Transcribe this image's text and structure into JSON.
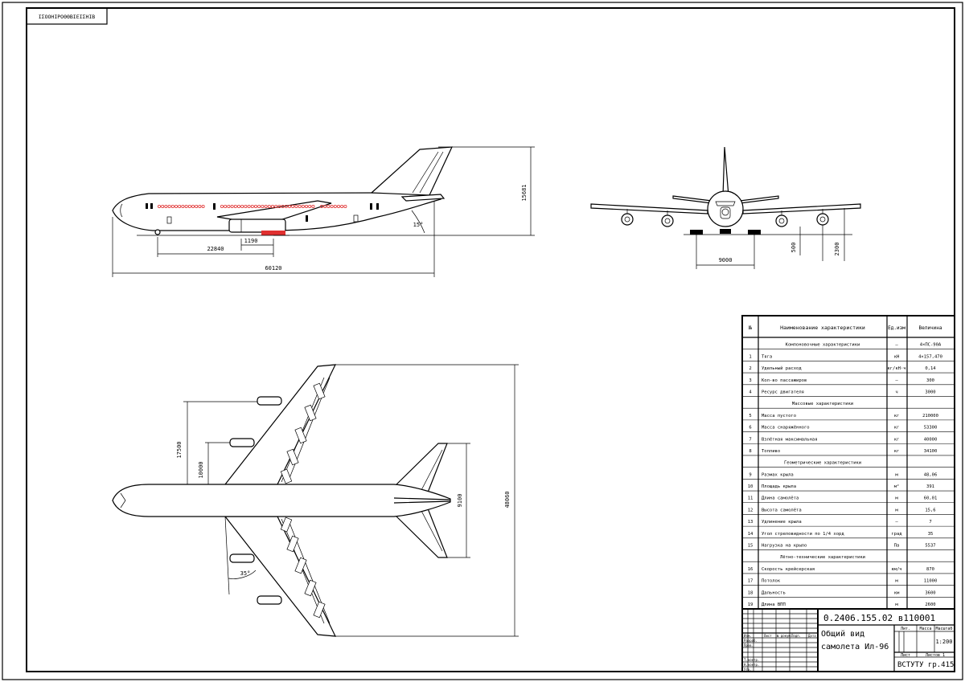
{
  "stamp_code": "ΙΣΟΟΗΙΡΟΘΘΒΙΕΙΣΗΙΒ",
  "side_view": {
    "height_dim": "15681",
    "engine_dim": "1190",
    "nose_gear_dim": "22840",
    "length_dim": "60120",
    "tail_angle": "15°"
  },
  "front_view": {
    "track_dim": "9000",
    "ground_clearance_dim": "500",
    "engine_height_dim": "2300"
  },
  "top_view": {
    "outer_engine_dim": "17500",
    "inner_engine_dim": "10000",
    "stabilizer_span_dim": "9100",
    "wingspan_dim": "48060",
    "sweep_angle": "35°"
  },
  "spec_table": {
    "headers": {
      "num": "№",
      "name": "Наименование характеристики",
      "unit": "Ед.изм",
      "value": "Величина"
    },
    "rows": [
      {
        "num": "",
        "name": "Компоновочные характеристики",
        "unit": "—",
        "value": "4×ПС-90А"
      },
      {
        "num": "1",
        "name": "Тяга",
        "unit": "кН",
        "value": "4×157,470"
      },
      {
        "num": "2",
        "name": "Удельный расход",
        "unit": "кг/кН·ч",
        "value": "0,14"
      },
      {
        "num": "3",
        "name": "Кол-во пассажиров",
        "unit": "—",
        "value": "300"
      },
      {
        "num": "4",
        "name": "Ресурс двигателя",
        "unit": "ч",
        "value": "3000"
      },
      {
        "num": "",
        "name": "Массовые характеристики",
        "unit": "",
        "value": ""
      },
      {
        "num": "5",
        "name": "Масса пустого",
        "unit": "кг",
        "value": "210000"
      },
      {
        "num": "6",
        "name": "Масса снаряжённого",
        "unit": "кг",
        "value": "53300"
      },
      {
        "num": "7",
        "name": "Взлётная максимальная",
        "unit": "кг",
        "value": "40000"
      },
      {
        "num": "8",
        "name": "Топливо",
        "unit": "кг",
        "value": "34100"
      },
      {
        "num": "",
        "name": "Геометрические характеристики",
        "unit": "",
        "value": ""
      },
      {
        "num": "9",
        "name": "Размах крыла",
        "unit": "м",
        "value": "48,06"
      },
      {
        "num": "10",
        "name": "Площадь крыла",
        "unit": "м²",
        "value": "391"
      },
      {
        "num": "11",
        "name": "Длина самолёта",
        "unit": "м",
        "value": "60,01"
      },
      {
        "num": "12",
        "name": "Высота самолёта",
        "unit": "м",
        "value": "15,6"
      },
      {
        "num": "13",
        "name": "Удлинение крыла",
        "unit": "—",
        "value": "7"
      },
      {
        "num": "14",
        "name": "Угол стреловидности по 1/4 хорд",
        "unit": "град",
        "value": "35"
      },
      {
        "num": "15",
        "name": "Нагрузка на крыло",
        "unit": "Па",
        "value": "5537"
      },
      {
        "num": "",
        "name": "Лётно-технические характеристики",
        "unit": "",
        "value": ""
      },
      {
        "num": "16",
        "name": "Скорость крейсерская",
        "unit": "км/ч",
        "value": "870"
      },
      {
        "num": "17",
        "name": "Потолок",
        "unit": "м",
        "value": "11000"
      },
      {
        "num": "18",
        "name": "Дальность",
        "unit": "км",
        "value": "3600"
      },
      {
        "num": "19",
        "name": "Длина ВПП",
        "unit": "м",
        "value": "2600"
      }
    ]
  },
  "title_block": {
    "doc_number": "0.2406.155.02 в110001",
    "title_line1": "Общий вид",
    "title_line2": "самолета Ил-96",
    "scale": "1:200",
    "organization": "ВСТУТУ гр.415",
    "lit_label": "Лит.",
    "mass_label": "Масса",
    "scale_label": "Масштаб",
    "sheet_label": "Лист",
    "sheets_label": "Листов 1",
    "roles": [
      "Изм.",
      "Разраб.",
      "Пров.",
      "Т.контр.",
      "Н.контр.",
      "Утв."
    ],
    "col_labels": [
      "Лист",
      "№ докум.",
      "Подп.",
      "Дата"
    ]
  },
  "colors": {
    "line": "#000000",
    "window_red": "#e03030",
    "background": "#ffffff"
  }
}
